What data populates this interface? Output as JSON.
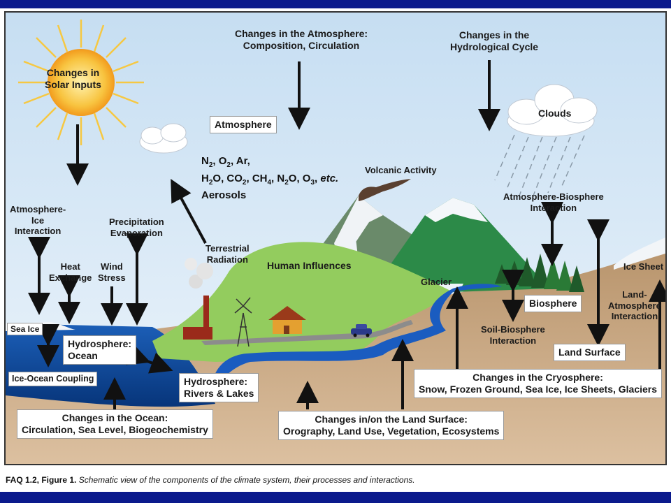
{
  "labels": {
    "solar": [
      "Changes in",
      "Solar Inputs"
    ],
    "atmo_changes": [
      "Changes in the Atmosphere:",
      "Composition, Circulation"
    ],
    "hydro_changes": [
      "Changes in the",
      "Hydrological Cycle"
    ],
    "atmosphere": "Atmosphere",
    "clouds": "Clouds",
    "volcanic": "Volcanic Activity",
    "atmo_bio": [
      "Atmosphere-Biosphere",
      "Interaction"
    ],
    "atmo_ice": [
      "Atmosphere-",
      "Ice",
      "Interaction"
    ],
    "precip": [
      "Precipitation",
      "Evaporation"
    ],
    "terrestrial": [
      "Terrestrial",
      "Radiation"
    ],
    "heat": [
      "Heat",
      "Exchange"
    ],
    "wind": [
      "Wind",
      "Stress"
    ],
    "human": "Human Influences",
    "glacier": "Glacier",
    "ice_sheet": "Ice Sheet",
    "sea_ice": "Sea Ice",
    "hydro_ocean": [
      "Hydrosphere:",
      "Ocean"
    ],
    "biosphere": "Biosphere",
    "soil_bio": [
      "Soil-Biosphere",
      "Interaction"
    ],
    "land_atmo": [
      "Land-",
      "Atmosphere",
      "Interaction"
    ],
    "land_surface": "Land Surface",
    "ice_ocean": "Ice-Ocean Coupling",
    "hydro_rivers": [
      "Hydrosphere:",
      "Rivers & Lakes"
    ],
    "cryo_changes": [
      "Changes in the Cryosphere:",
      "Snow, Frozen Ground, Sea Ice, Ice Sheets, Glaciers"
    ],
    "ocean_changes": [
      "Changes in the Ocean:",
      "Circulation, Sea Level, Biogeochemistry"
    ],
    "land_changes": [
      "Changes in/on the Land Surface:",
      "Orography, Land Use, Vegetation, Ecosystems"
    ]
  },
  "gases": {
    "line1": [
      "N",
      "2",
      ", O",
      "2",
      ",  Ar,"
    ],
    "line2": [
      "H",
      "2",
      "O, CO",
      "2",
      ", CH",
      "4",
      ", N",
      "2",
      "O, O",
      "3",
      ", ",
      "etc."
    ],
    "line3": "Aerosols"
  },
  "caption": {
    "ref": "FAQ 1.2, Figure 1.",
    "text": "Schematic view of the components of the climate system, their processes and interactions."
  },
  "colors": {
    "banner": "#0b1a8c",
    "sky_top": "#cfe4f4",
    "sky_bottom": "#eaf3fa",
    "ocean": "#0d4ea8",
    "land": "#c8a27a",
    "hill": "#8cc85a",
    "mountain_green": "#2e8a45",
    "sun": "#f5a623"
  }
}
